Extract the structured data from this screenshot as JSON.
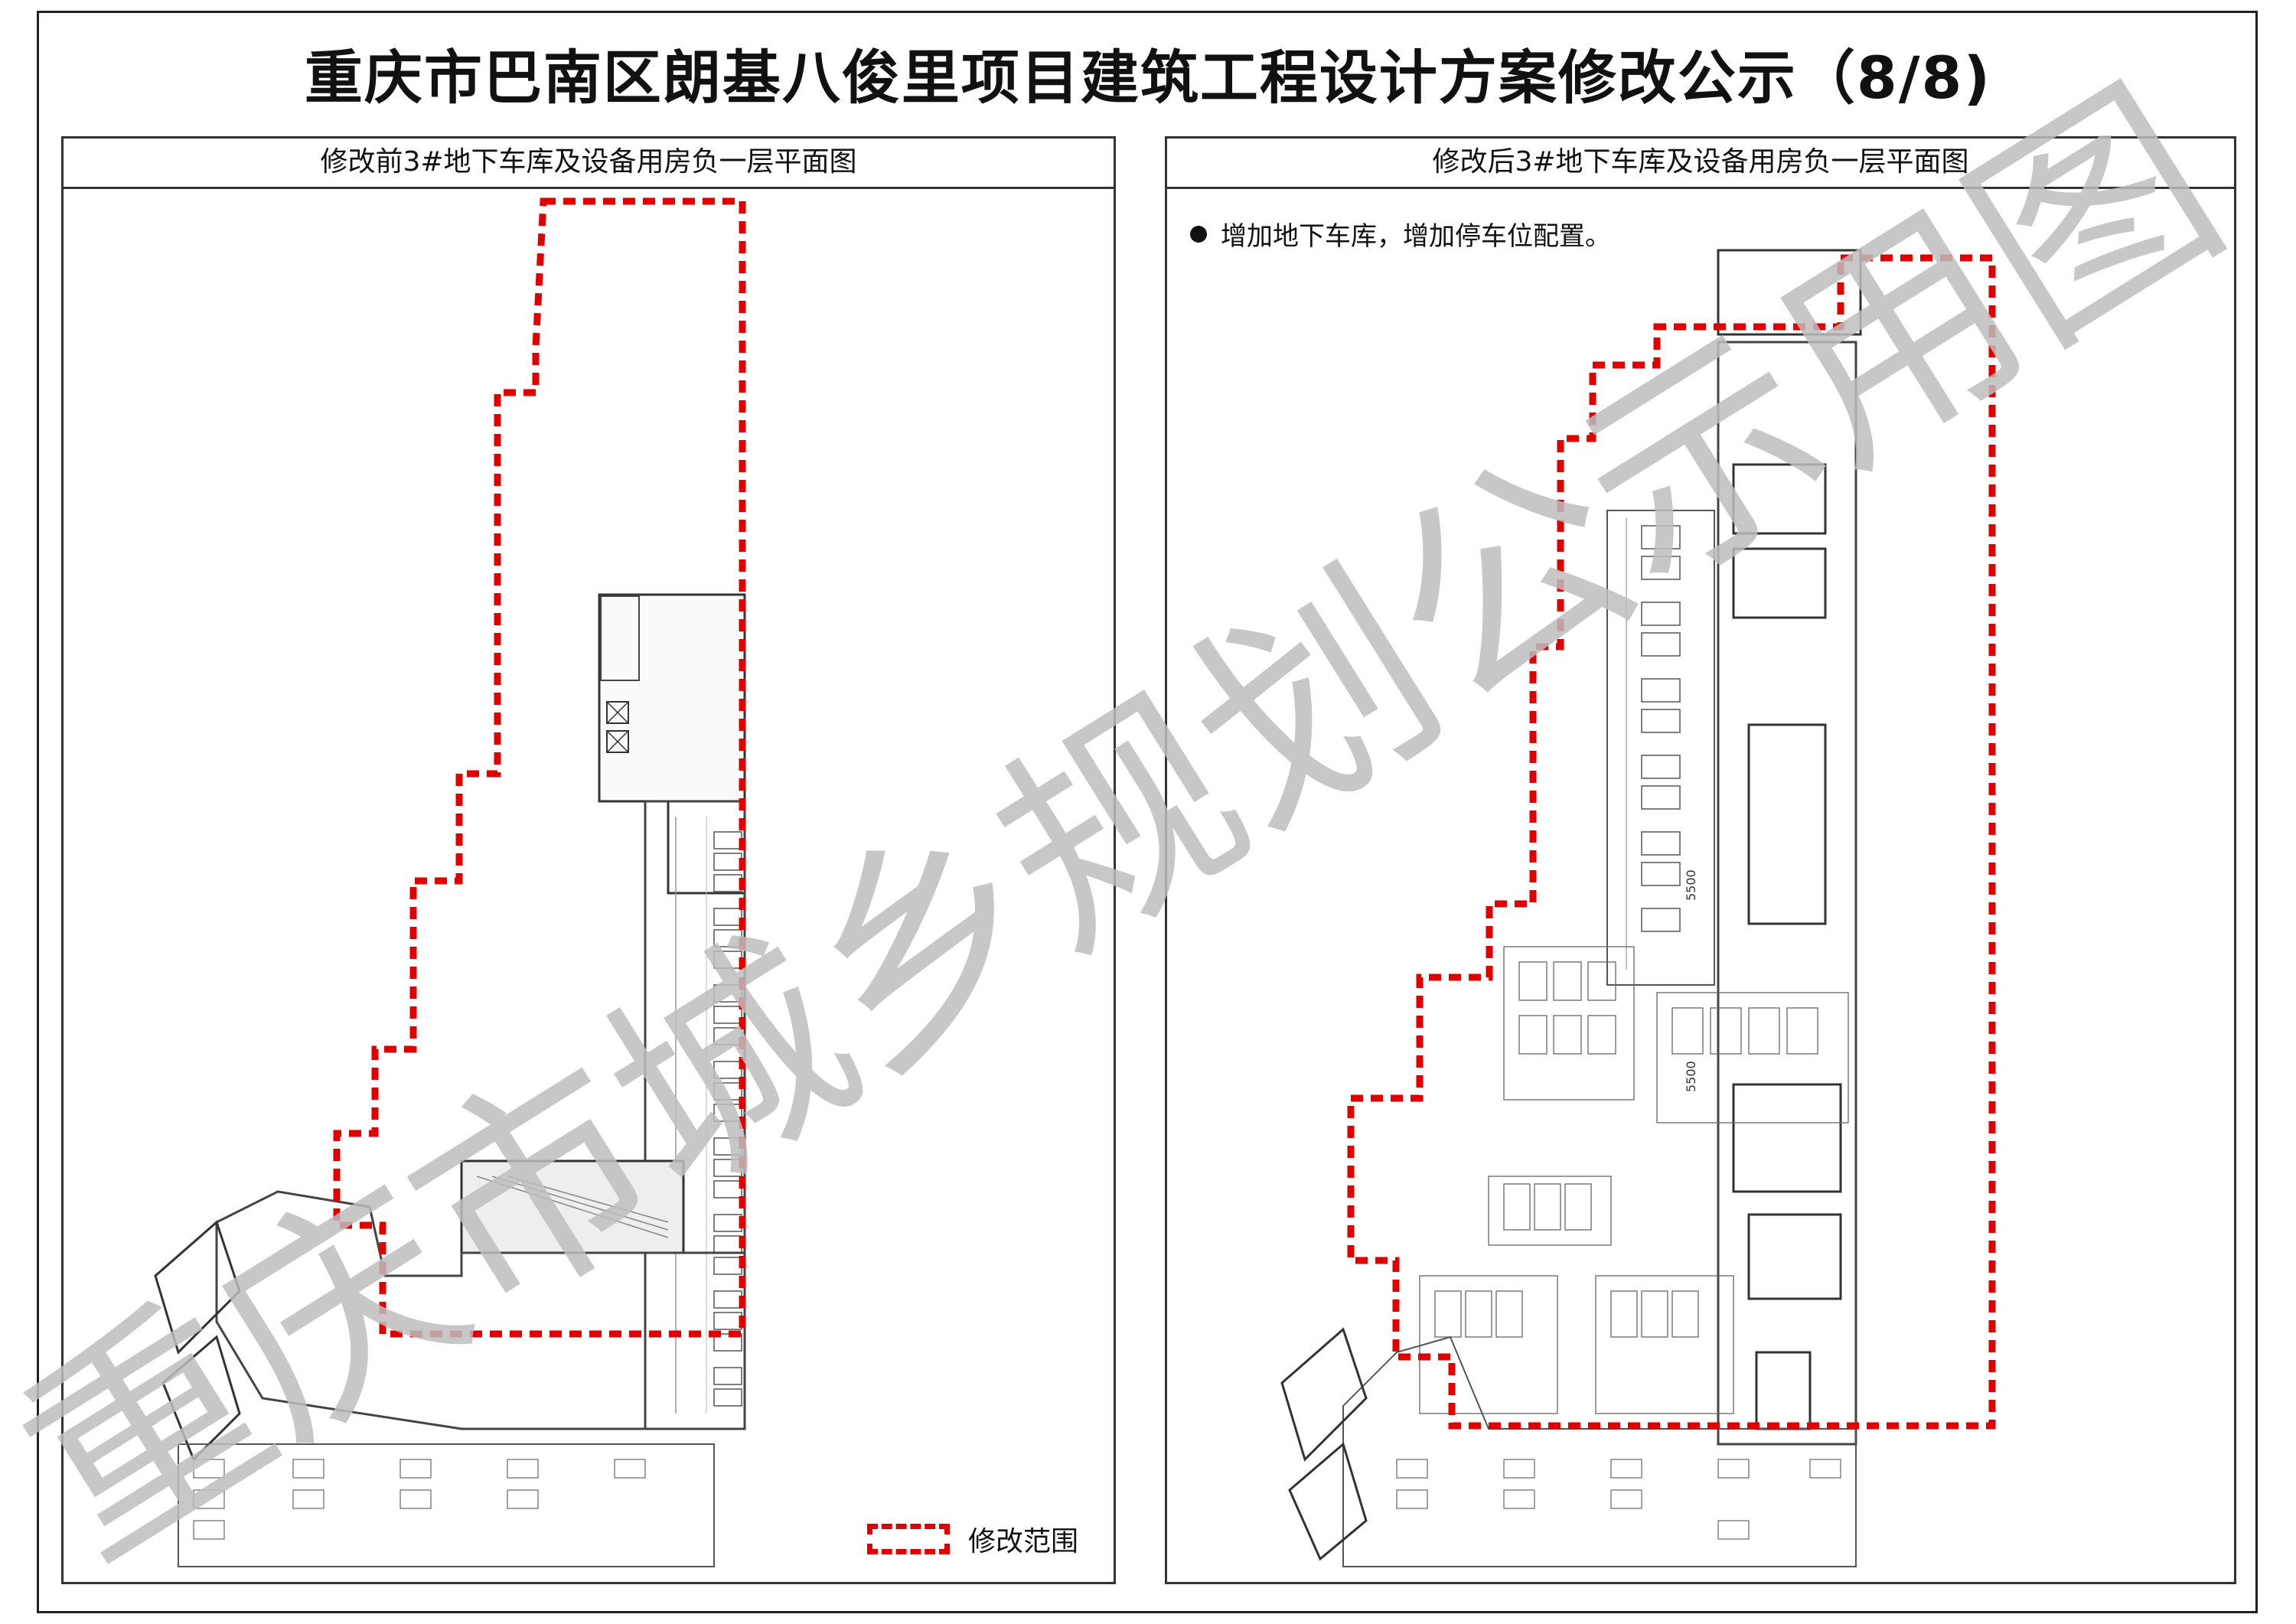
{
  "page": {
    "title": "重庆市巴南区朗基八俊里项目建筑工程设计方案修改公示（8/8)"
  },
  "panels": {
    "before": {
      "heading": "修改前3#地下车库及设备用房负一层平面图"
    },
    "after": {
      "heading": "修改后3#地下车库及设备用房负一层平面图",
      "note": "增加地下车库，增加停车位配置。",
      "dim_labels": [
        "5500",
        "5500"
      ]
    }
  },
  "legend": {
    "label": "修改范围"
  },
  "watermark": {
    "text": "重庆市城乡规划公示用图"
  },
  "colors": {
    "modification_outline": "#e00000",
    "watermark": "#bdbdbd"
  },
  "icons": {
    "bullet": "bullet-icon",
    "legend_swatch": "dashed-red-outline-icon"
  }
}
